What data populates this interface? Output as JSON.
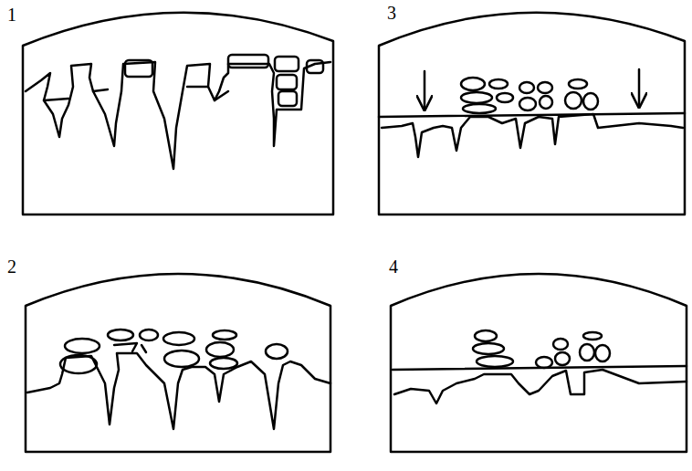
{
  "diagram": {
    "labels": [
      "1",
      "3",
      "2",
      "4"
    ]
  }
}
